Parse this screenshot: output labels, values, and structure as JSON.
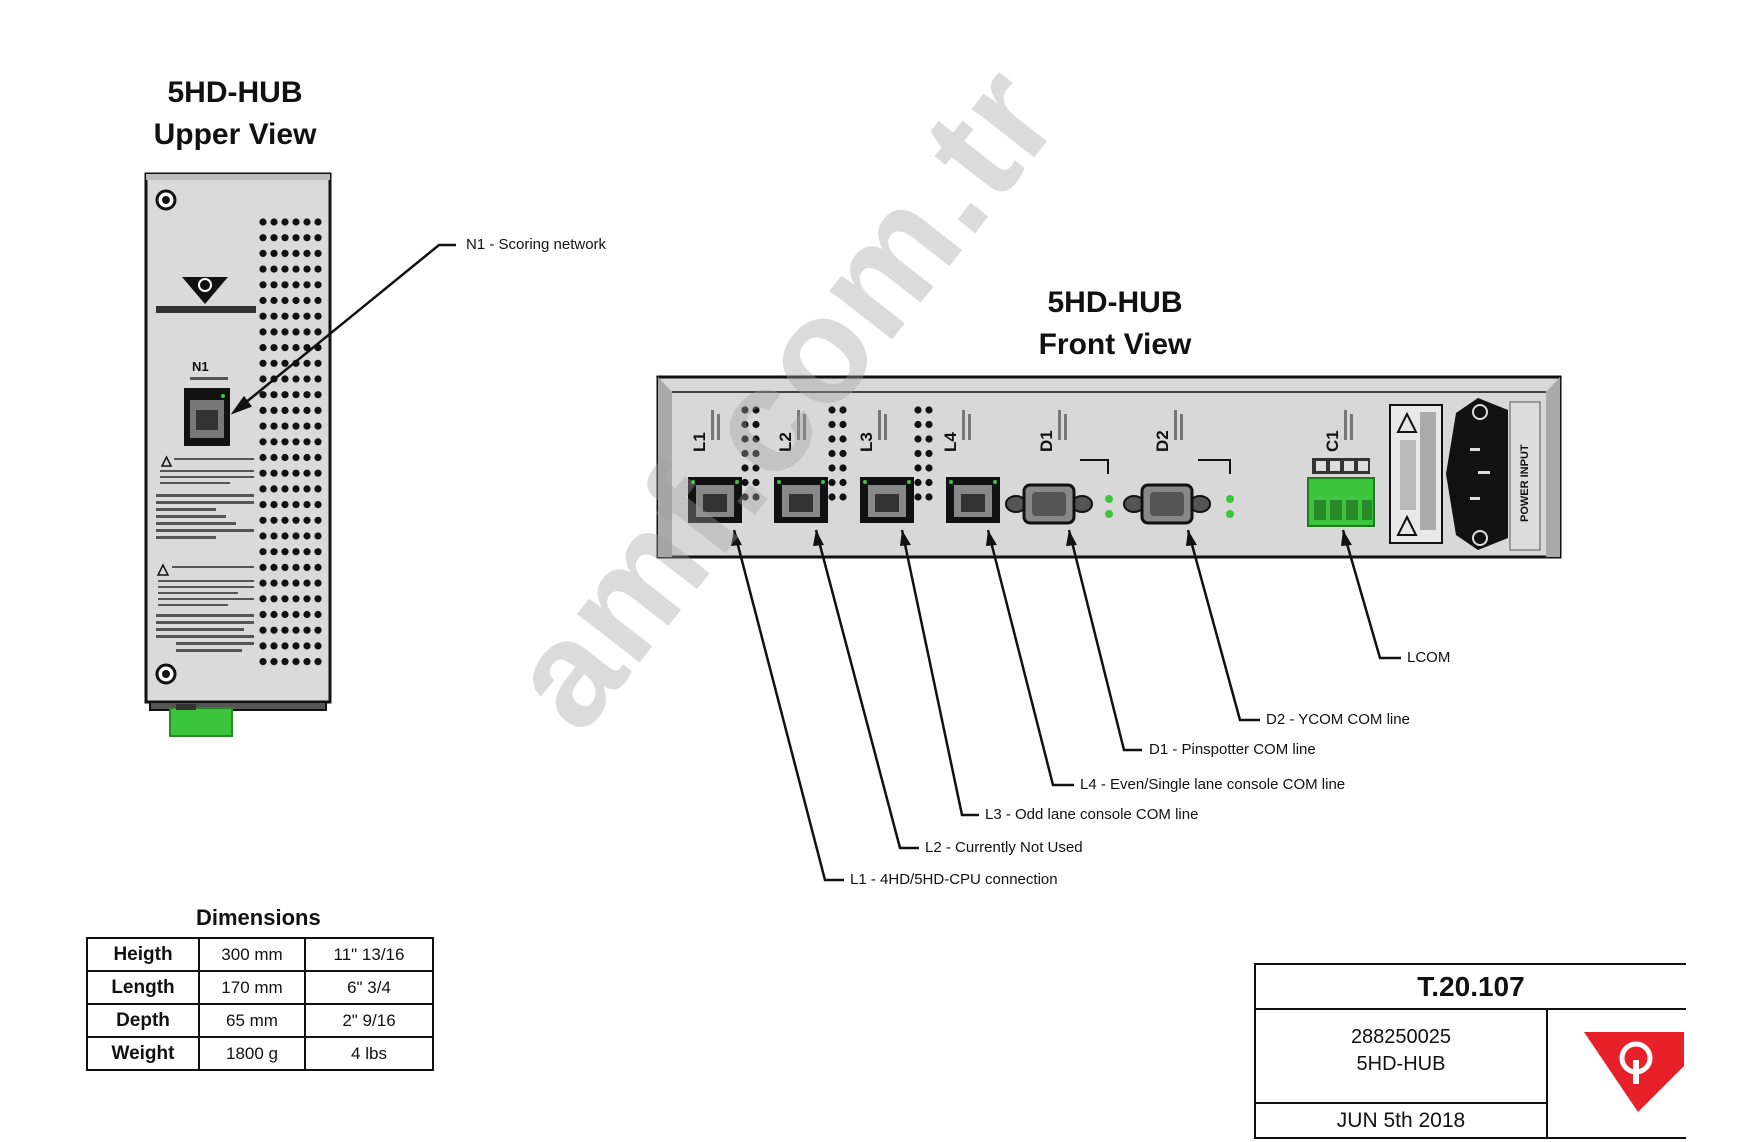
{
  "upper_view": {
    "title_line1": "5HD-HUB",
    "title_line2": "Upper View",
    "port_label": "N1"
  },
  "front_view": {
    "title_line1": "5HD-HUB",
    "title_line2": "Front View",
    "port_labels": [
      "L1",
      "L2",
      "L3",
      "L4",
      "D1",
      "D2",
      "C1"
    ],
    "power_label": "POWER INPUT"
  },
  "callouts": {
    "n1": "N1 - Scoring network",
    "lcom": "LCOM",
    "d2": "D2 - YCOM COM line",
    "d1": "D1 - Pinspotter COM line",
    "l4": "L4 - Even/Single lane console COM line",
    "l3": "L3 - Odd lane console COM line",
    "l2": "L2 - Currently Not Used",
    "l1": "L1 - 4HD/5HD-CPU connection"
  },
  "dimensions": {
    "title": "Dimensions",
    "rows": [
      {
        "name": "Heigth",
        "metric": "300 mm",
        "imperial": "11\" 13/16"
      },
      {
        "name": "Length",
        "metric": "170 mm",
        "imperial": "6\" 3/4"
      },
      {
        "name": "Depth",
        "metric": "65 mm",
        "imperial": "2\" 9/16"
      },
      {
        "name": "Weight",
        "metric": "1800 g",
        "imperial": "4 lbs"
      }
    ]
  },
  "title_block": {
    "code": "T.20.107",
    "part_number": "288250025",
    "part_name": "5HD-HUB",
    "date": "JUN 5th 2018"
  },
  "watermark": "amf.com.tr",
  "colors": {
    "logo_red": "#e8202a",
    "connector_green": "#3cc43c",
    "panel_gray": "#d8d8d8"
  }
}
